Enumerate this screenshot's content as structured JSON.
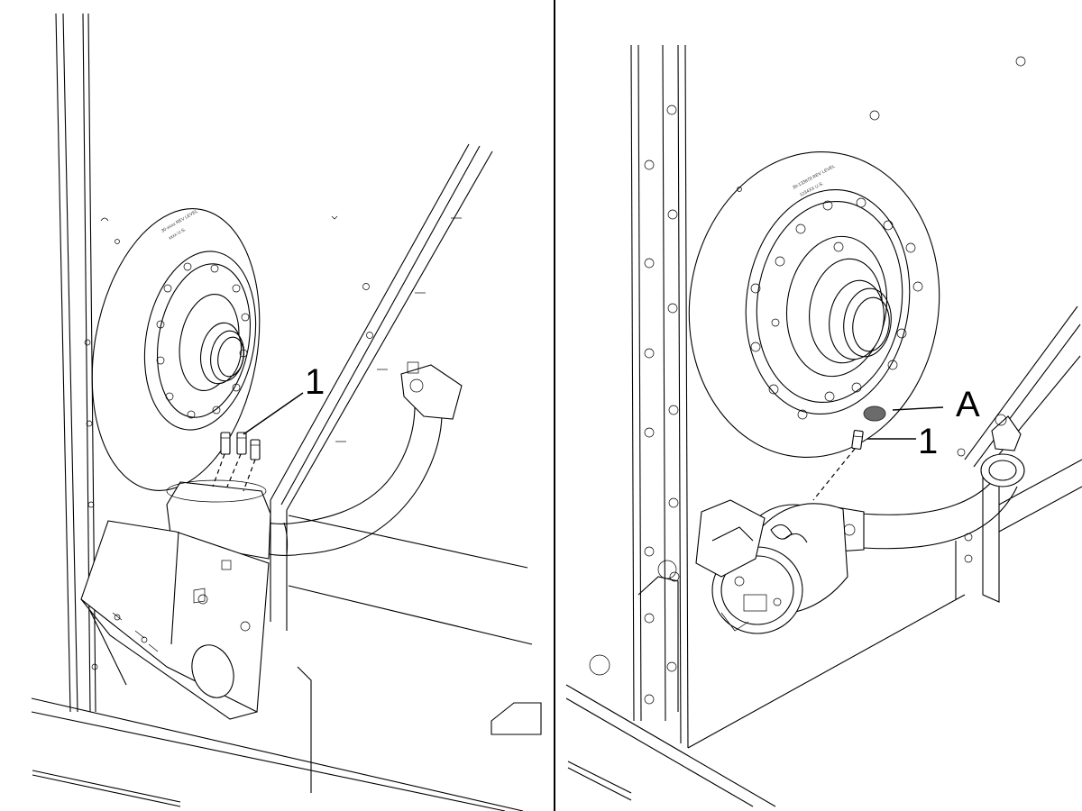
{
  "left_panel": {
    "callouts": [
      {
        "label": "1"
      }
    ],
    "label_text": [
      "30-xxxx REV LEVEL",
      "xxxx U.S."
    ]
  },
  "right_panel": {
    "callouts": [
      {
        "label": "A"
      },
      {
        "label": "1"
      }
    ],
    "label_text": [
      "30-133878 REV LEVEL",
      "1234XX U.S."
    ]
  },
  "colors": {
    "line": "#000000",
    "background": "#ffffff",
    "seal_fill": "#6b6b6b"
  }
}
